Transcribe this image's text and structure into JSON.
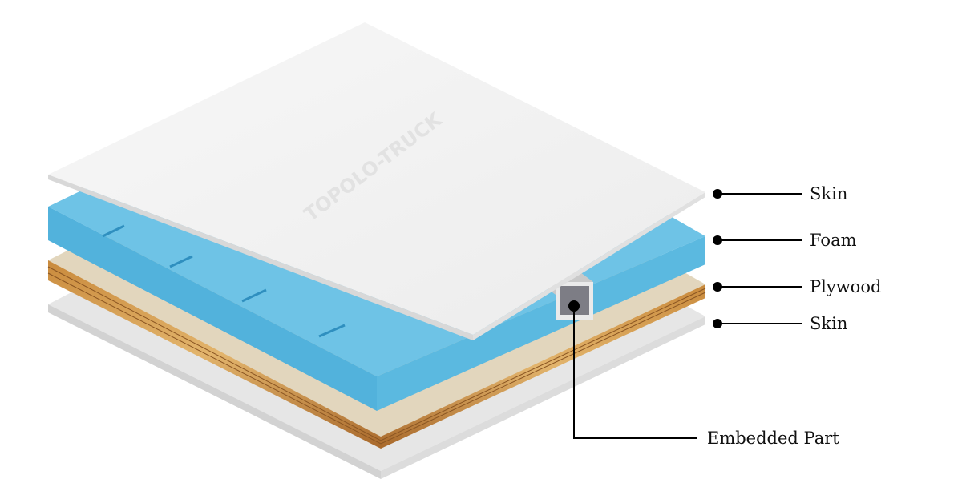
{
  "diagram": {
    "watermark": "TOPOLO-TRUCK",
    "labels": {
      "skin_top": "Skin",
      "foam": "Foam",
      "plywood": "Plywood",
      "skin_bottom": "Skin",
      "embedded_part": "Embedded Part"
    },
    "colors": {
      "skin": "#f4f4f4",
      "foam": "#5ab8df",
      "plywood": "#d9c7a6",
      "leader": "#000000"
    }
  }
}
